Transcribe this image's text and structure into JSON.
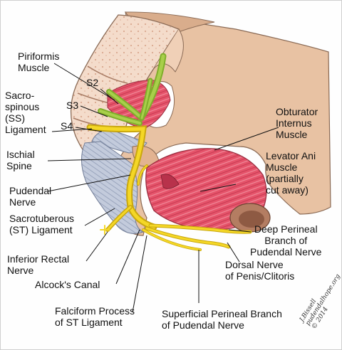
{
  "labels": {
    "piriformis": "Piriformis\nMuscle",
    "s2": "S2",
    "s3": "S3",
    "s4": "S4",
    "sacrospinous": "Sacro-\nspinous\n(SS)\nLigament",
    "ischial_spine": "Ischial\nSpine",
    "pudendal_nerve": "Pudendal\nNerve",
    "sacrotuberous": "Sacrotuberous\n(ST) Ligament",
    "inferior_rectal": "Inferior Rectal\nNerve",
    "alcocks_canal": "Alcock's Canal",
    "falciform": "Falciform Process\nof ST Ligament",
    "superficial_perineal": "Superficial Perineal Branch\nof Pudendal Nerve",
    "dorsal_nerve": "Dorsal Nerve\nof Penis/Clitoris",
    "deep_perineal": "Deep Perineal\nBranch of\nPudendal Nerve",
    "levator_ani": "Levator Ani\nMuscle\n(partially\ncut away)",
    "obturator_internus": "Obturator\nInternus\nMuscle"
  },
  "signature": "J.Bissell\npudendalhope.org\n© 2014",
  "colors": {
    "nerve_yellow": "#f2d21e",
    "nerve_green": "#9bc23a",
    "muscle_red": "#e0566a",
    "bone_tan": "#e9c7a6",
    "ligament_blue": "#b9c3d6"
  }
}
